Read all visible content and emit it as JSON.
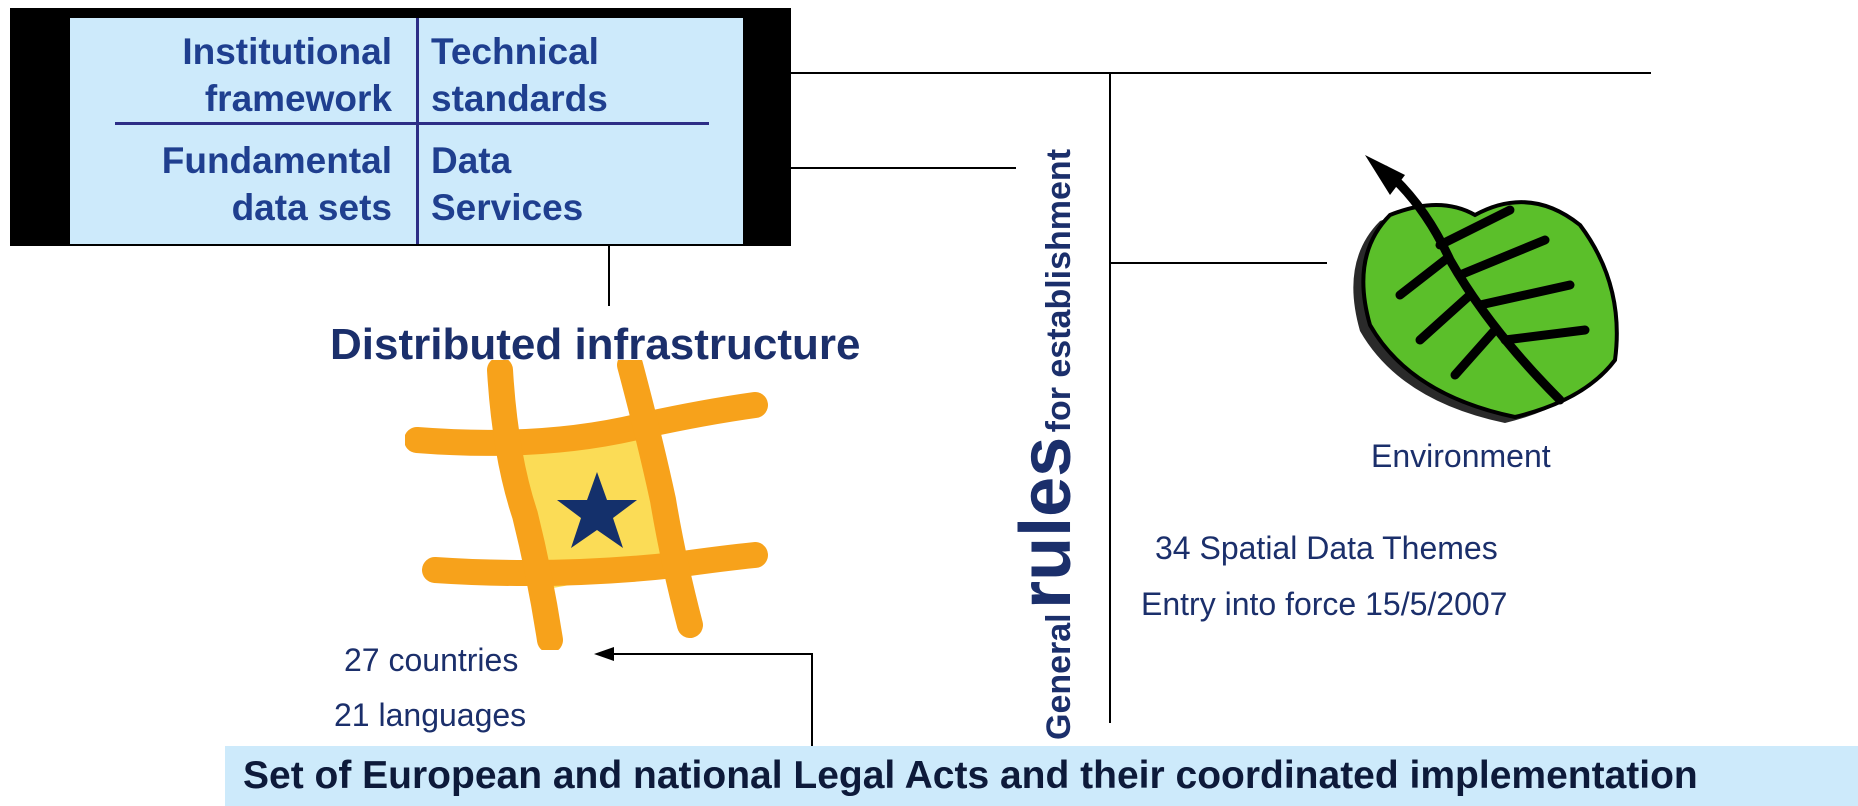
{
  "components": {
    "top_left": [
      "Institutional",
      "framework"
    ],
    "top_right": [
      "Technical",
      "standards"
    ],
    "bottom_left": [
      "Fundamental",
      "data sets"
    ],
    "bottom_right": [
      "Data",
      "Services"
    ]
  },
  "distributed": {
    "title": "Distributed infrastructure",
    "countries": "27 countries",
    "languages": "21 languages"
  },
  "rules": {
    "prefix": "General",
    "emphasis": "rules",
    "suffix": "for establishment"
  },
  "environment": {
    "label": "Environment",
    "themes": "34 Spatial Data Themes",
    "entry": "Entry into force 15/5/2007"
  },
  "bottom_banner": "Set of European and national Legal Acts and their coordinated implementation",
  "colors": {
    "text_blue": "#1f3f8f",
    "box_fill": "#cdeafb",
    "leaf_green": "#5bbf2a",
    "logo_orange": "#f7a21b",
    "logo_yellow": "#fbdc56",
    "star_navy": "#14306b"
  },
  "icons": [
    "eu-infrastructure-logo",
    "leaf-icon"
  ]
}
